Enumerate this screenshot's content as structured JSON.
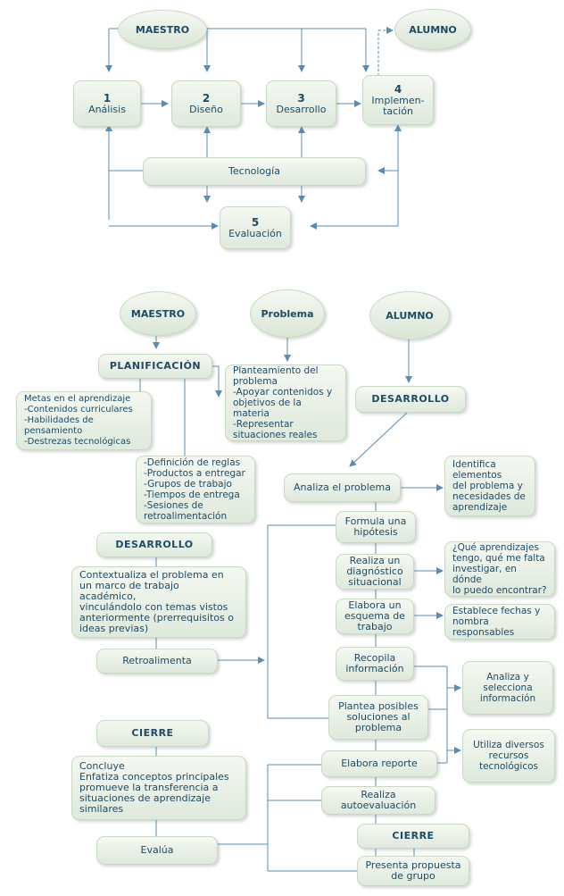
{
  "top": {
    "maestro": "MAESTRO",
    "alumno": "ALUMNO",
    "steps": [
      {
        "num": "1",
        "label": "Análisis"
      },
      {
        "num": "2",
        "label": "Diseño"
      },
      {
        "num": "3",
        "label": "Desarrollo"
      },
      {
        "num": "4",
        "label": "Implemen-\ntación"
      }
    ],
    "tecnologia": "Tecnología",
    "evaluacion": {
      "num": "5",
      "label": "Evaluación"
    }
  },
  "bottom": {
    "maestro": "MAESTRO",
    "problema": "Problema",
    "alumno": "ALUMNO",
    "planificacion": "PLANIFICACIÓN",
    "metas": "Metas en el aprendizaje\n-Contenidos curriculares\n-Habilidades de\n pensamiento\n-Destrezas tecnológicas",
    "definicion": "-Definición de reglas\n-Productos a entregar\n-Grupos de trabajo\n-Tiempos de entrega\n-Sesiones de\n retroalimentación",
    "planteamiento": "Planteamiento del\nproblema\n-Apoyar contenidos y\n objetivos de la materia\n-Representar\n situaciones reales",
    "desarrollo_alumno": "DESARROLLO",
    "analiza_problema": "Analiza el problema",
    "identifica": "Identifica\nelementos\ndel problema y\nnecesidades de\naprendizaje",
    "desarrollo_maestro": "DESARROLLO",
    "contextualiza": "Contextualiza el problema en\nun marco de trabajo académico,\nvinculándolo con temas vistos\nanteriormente (prerrequisitos o\nideas previas)",
    "retroalimenta": "Retroalimenta",
    "formula": "Formula una\nhipótesis",
    "diagnostico": "Realiza un\ndiagnóstico\nsituacional",
    "que_aprendizajes": "¿Qué aprendizajes\ntengo, qué me falta\ninvestigar, en dónde\nlo puedo encontrar?",
    "esquema": "Elabora un\nesquema de\ntrabajo",
    "establece": "Establece fechas y\nnombra responsables",
    "recopila": "Recopila\ninformación",
    "analiza_selecciona": "Analiza y\nselecciona\ninformación",
    "plantea": "Plantea posibles\nsoluciones al\nproblema",
    "utiliza": "Utiliza diversos\nrecursos\ntecnológicos",
    "cierre_maestro": "CIERRE",
    "concluye": "Concluye\nEnfatiza conceptos principales\npromueve la transferencia a\nsituaciones de aprendizaje\nsimilares",
    "evalua": "Evalúa",
    "reporte": "Elabora reporte",
    "autoevaluacion": "Realiza\nautoevaluación",
    "cierre_alumno": "CIERRE",
    "presenta": "Presenta propuesta\nde grupo"
  }
}
